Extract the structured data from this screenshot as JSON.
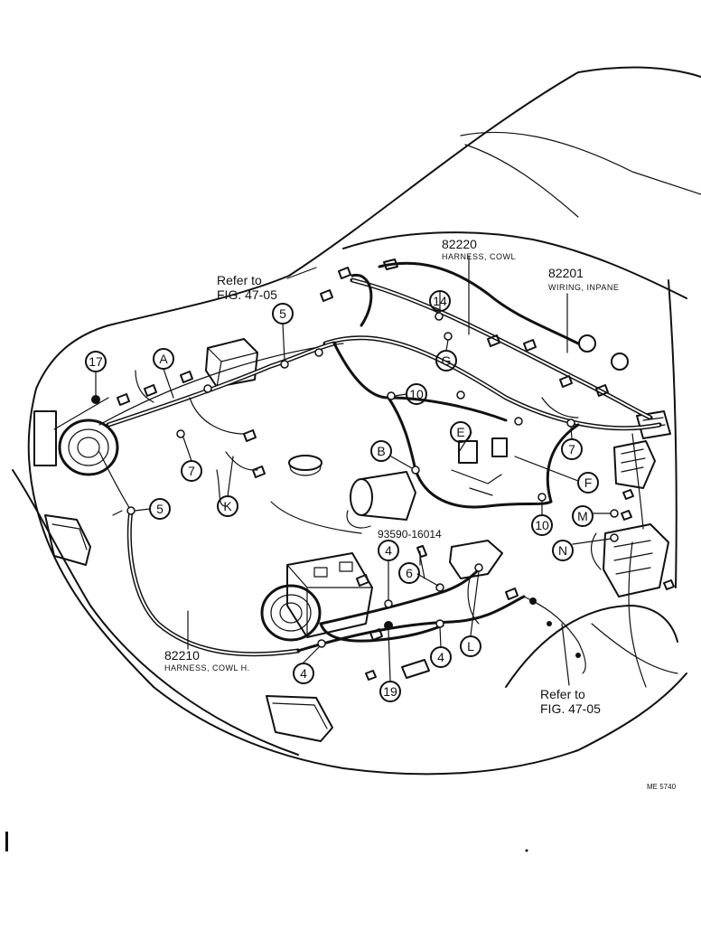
{
  "labels": {
    "cowl_harness": {
      "part_no": "82220",
      "desc": "HARNESS, COWL"
    },
    "inpane_wiring": {
      "part_no": "82201",
      "desc": "WIRING, INPANE"
    },
    "cowl_h_harness": {
      "part_no": "82210",
      "desc": "HARNESS, COWL H."
    },
    "bolt": {
      "part_no": "93590-16014"
    }
  },
  "references": {
    "top": {
      "line1": "Refer to",
      "line2": "FIG. 47-05"
    },
    "bottom": {
      "line1": "Refer to",
      "line2": "FIG. 47-05"
    }
  },
  "callouts": {
    "n17": "17",
    "A": "A",
    "n5a": "5",
    "n7a": "7",
    "K": "K",
    "n5b": "5",
    "n14": "14",
    "G": "G",
    "n10a": "10",
    "B": "B",
    "E": "E",
    "F": "F",
    "n10b": "10",
    "n7b": "7",
    "M": "M",
    "N": "N",
    "n4a": "4",
    "n6": "6",
    "L": "L",
    "n4b": "4",
    "n4c": "4",
    "n19": "19"
  },
  "drawing_code": "ME 5740"
}
